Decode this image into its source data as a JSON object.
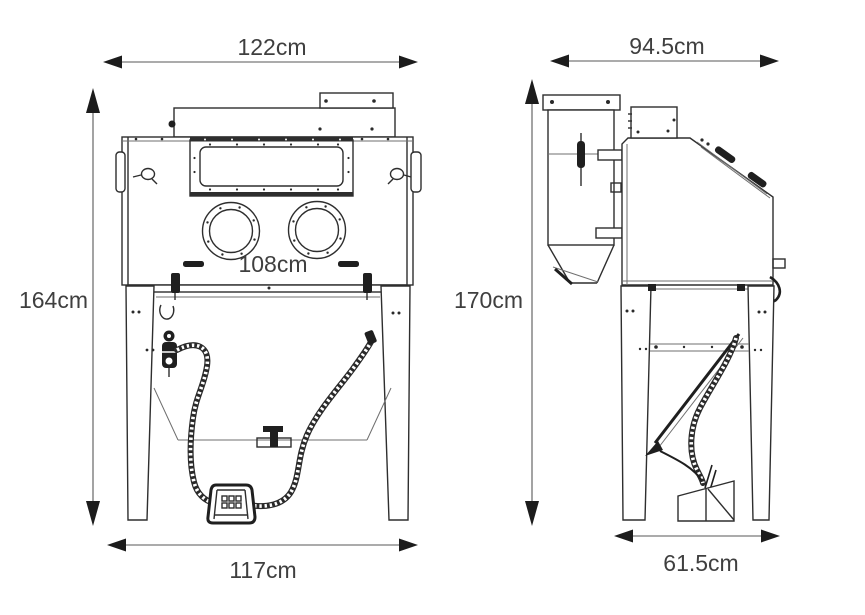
{
  "diagram": {
    "type": "technical-drawing",
    "subject": "Sandblast cabinet two-view dimensional drawing (front and side elevation)",
    "front_view": {
      "top_width": "122cm",
      "height": "164cm",
      "inner_width": "108cm",
      "bottom_width": "117cm"
    },
    "side_view": {
      "top_depth": "94.5cm",
      "height": "170cm",
      "bottom_depth": "61.5cm"
    },
    "colors": {
      "background": "#ffffff",
      "drawing_line": "#2e2e2e",
      "dimension_line": "#8f8f8f",
      "arrowhead": "#1c1c1c",
      "label_text": "#3f3f3f"
    }
  }
}
